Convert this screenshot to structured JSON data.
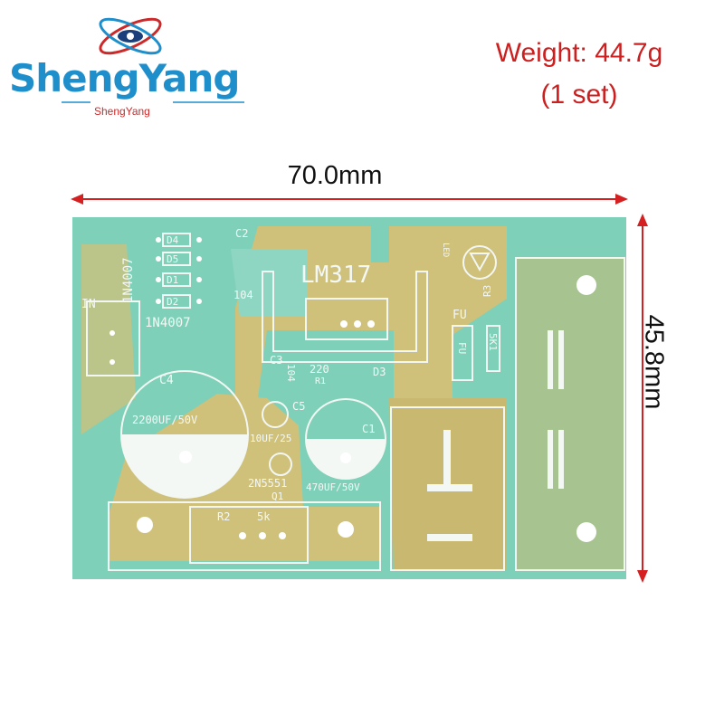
{
  "brand": {
    "name": "ShengYang",
    "subtitle": "ShengYang"
  },
  "product": {
    "weight_label": "Weight: 44.7g",
    "set_label": "(1 set)"
  },
  "dimensions": {
    "width_label": "70.0mm",
    "height_label": "45.8mm"
  },
  "board_labels": {
    "chip": "LM317",
    "d4": "D4",
    "d5": "D5",
    "d1": "D1",
    "d2": "D2",
    "diode_type_top": "1N4007",
    "diode_type_bottom": "1N4007",
    "input": "IN",
    "c2": "C2",
    "c2_value": "104",
    "c3": "C3",
    "c3_value": "104",
    "r1_value": "220",
    "r1": "R1",
    "d3": "D3",
    "c4": "C4",
    "c4_value": "2200UF/50V",
    "c5": "C5",
    "c5_value": "10UF/25",
    "c1": "C1",
    "c1_value": "470UF/50V",
    "q1_type": "2N5551",
    "q1": "Q1",
    "r2": "R2",
    "r2_value": "5k",
    "fu": "FU",
    "fu_part": "FU",
    "r3": "R3",
    "r3_value": "5K1",
    "led": "LED"
  },
  "colors": {
    "board_green": "#7fd0b8",
    "copper": "#cfc07a",
    "silkscreen": "#f4f8f5",
    "dimension_red": "#d42020",
    "brand_blue": "#1f8fcc",
    "brand_red": "#cc2a2a"
  }
}
